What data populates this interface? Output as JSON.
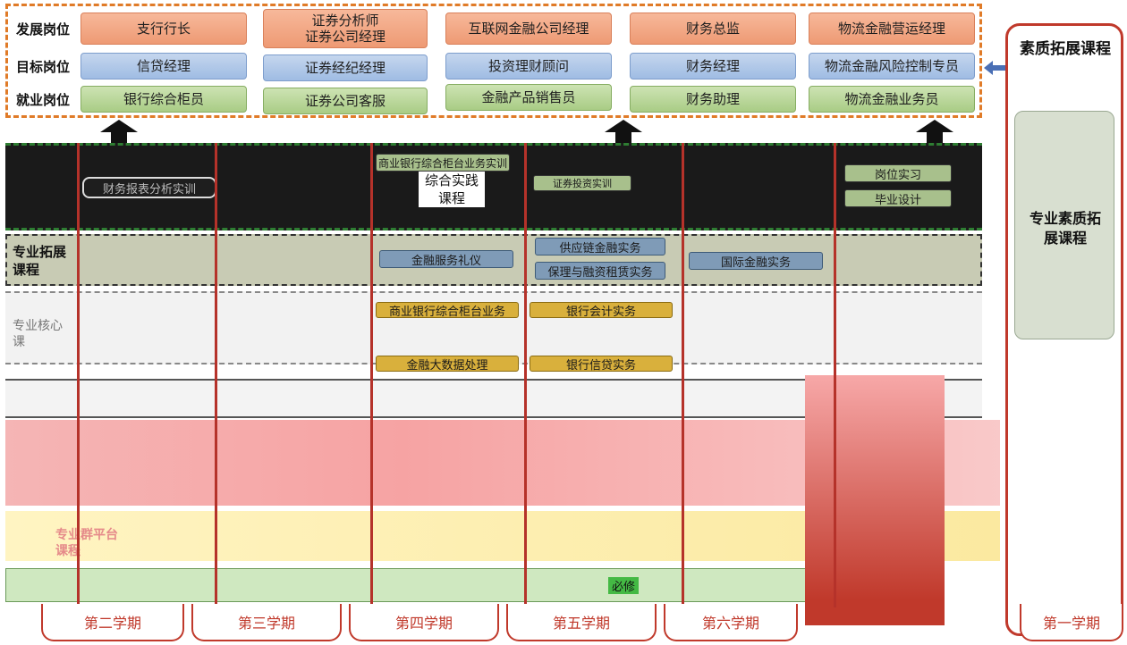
{
  "rows": {
    "development_label": "发展岗位",
    "target_label": "目标岗位",
    "employment_label": "就业岗位"
  },
  "development_posts": [
    "支行行长",
    "证券分析师\n证券公司经理",
    "互联网金融公司经理",
    "财务总监",
    "物流金融营运经理"
  ],
  "target_posts": [
    "信贷经理",
    "证券经纪经理",
    "投资理财顾问",
    "财务经理",
    "物流金融风险控制专员"
  ],
  "employment_posts": [
    "银行综合柜员",
    "证券公司客服",
    "金融产品销售员",
    "财务助理",
    "物流金融业务员"
  ],
  "quality_panel": {
    "title": "素质拓展课程",
    "bottom_label": "专业素质拓展课程"
  },
  "comprehensive_label": "综合实践课程",
  "comprehensive_items": [
    "财务报表分析实训",
    "商业银行综合柜台业务实训",
    "证券投资实训",
    "岗位实习",
    "毕业设计"
  ],
  "extension": {
    "label": "专业拓展课程",
    "courses": [
      "金融服务礼仪",
      "供应链金融实务",
      "保理与融资租赁实务",
      "国际金融实务"
    ]
  },
  "core": {
    "label": "专业核心课",
    "courses": [
      "商业银行综合柜台业务",
      "银行会计实务",
      "金融大数据处理",
      "银行信贷实务"
    ]
  },
  "platform": {
    "label": "专业群平台课程",
    "required_label": "必修"
  },
  "semesters": [
    "第一学期",
    "第二学期",
    "第三学期",
    "第四学期",
    "第五学期",
    "第六学期"
  ],
  "colors": {
    "orange": "#ee9a74",
    "blue": "#9fbce3",
    "green": "#a9cc85",
    "accent_red": "#c0392b",
    "slate": "#7f9bb7",
    "gold": "#d9b03c"
  }
}
